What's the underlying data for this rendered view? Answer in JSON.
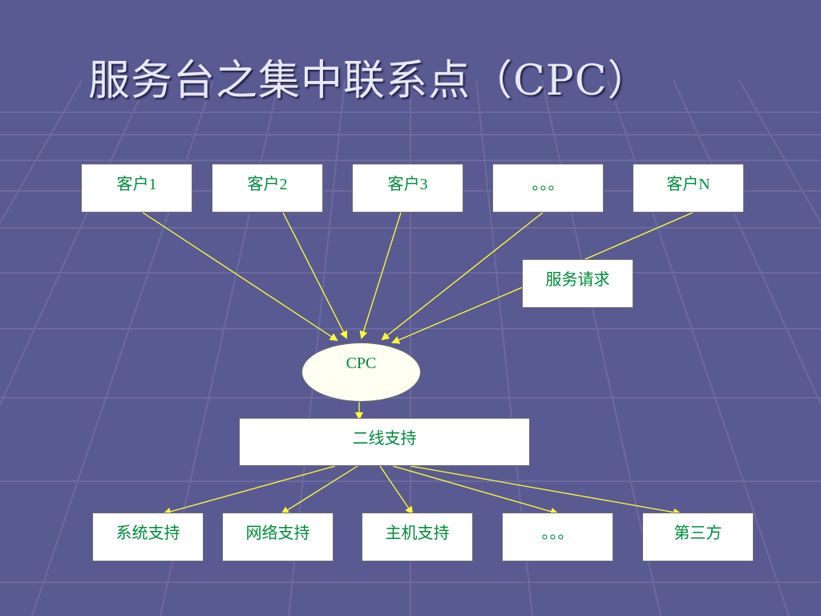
{
  "title": "服务台之集中联系点（CPC）",
  "customers": [
    "客户1",
    "客户2",
    "客户3",
    "。。。",
    "客户N"
  ],
  "service_request": "服务请求",
  "cpc": "CPC",
  "second_line": "二线支持",
  "supports": [
    "系统支持",
    "网络支持",
    "主机支持",
    "。。。",
    "第三方"
  ],
  "colors": {
    "background": "#5a5a92",
    "arrow": "#ffff33",
    "box_text": "#008a3c",
    "title": "#e8e8f5"
  }
}
